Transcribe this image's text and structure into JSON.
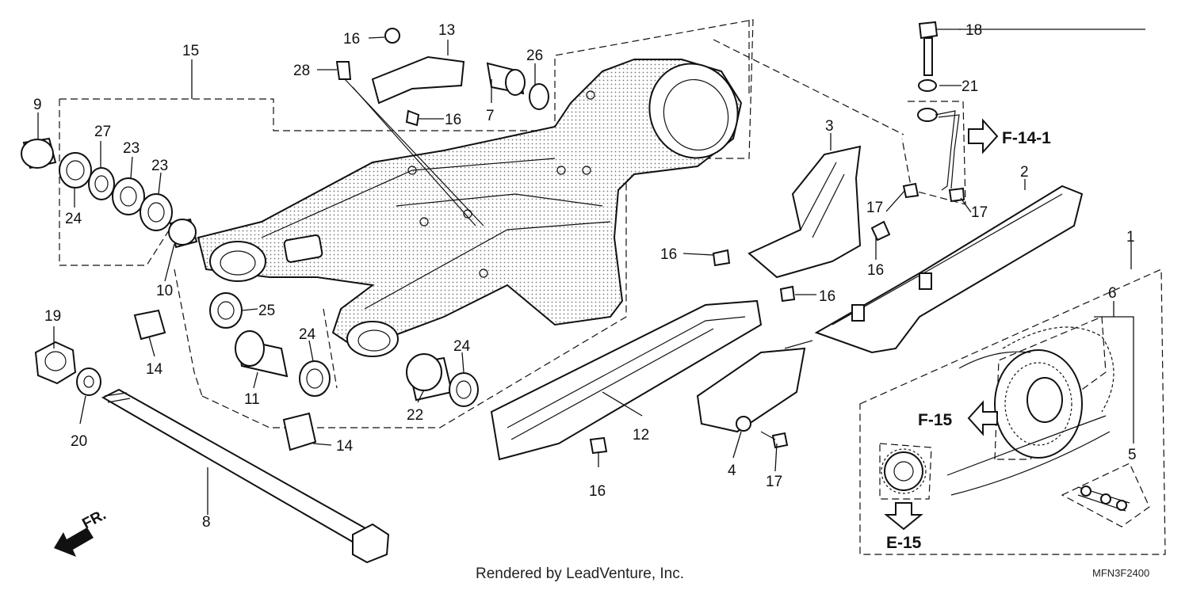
{
  "footer": {
    "credit": "Rendered by LeadVenture, Inc.",
    "diagram_code": "MFN3F2400"
  },
  "direction_indicator": {
    "label": "FR."
  },
  "section_refs": {
    "f14_1": "F-14-1",
    "f15": "F-15",
    "e15": "E-15"
  },
  "callouts": {
    "n1": "1",
    "n2": "2",
    "n3": "3",
    "n4": "4",
    "n5": "5",
    "n6": "6",
    "n7": "7",
    "n8": "8",
    "n9": "9",
    "n10": "10",
    "n11": "11",
    "n12": "12",
    "n13": "13",
    "n14a": "14",
    "n14b": "14",
    "n15": "15",
    "n16a": "16",
    "n16b": "16",
    "n16c": "16",
    "n16d": "16",
    "n16e": "16",
    "n16f": "16",
    "n17a": "17",
    "n17b": "17",
    "n17c": "17",
    "n18": "18",
    "n19": "19",
    "n20": "20",
    "n21": "21",
    "n22": "22",
    "n23a": "23",
    "n23b": "23",
    "n24a": "24",
    "n24b": "24",
    "n24c": "24",
    "n25": "25",
    "n26": "26",
    "n27": "27",
    "n28": "28"
  }
}
